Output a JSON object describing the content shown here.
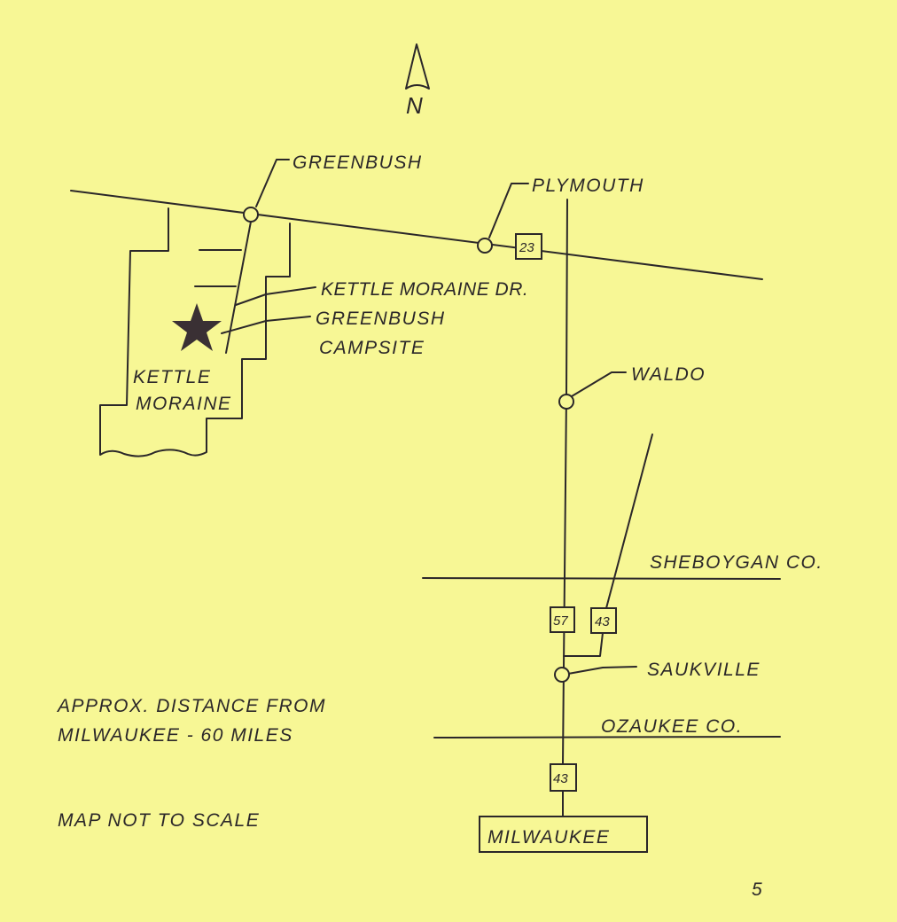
{
  "north_label": "N",
  "towns": {
    "greenbush": "GREENBUSH",
    "plymouth": "PLYMOUTH",
    "waldo": "WALDO",
    "saukville": "SAUKVILLE",
    "milwaukee": "MILWAUKEE"
  },
  "features": {
    "kettle_moraine_dr": "KETTLE MORAINE DR.",
    "campsite_line1": "GREENBUSH",
    "campsite_line2": "CAMPSITE",
    "forest_line1": "KETTLE",
    "forest_line2": "MORAINE"
  },
  "counties": {
    "sheboygan": "SHEBOYGAN CO.",
    "ozaukee": "OZAUKEE CO."
  },
  "highways": {
    "hwy23": "23",
    "hwy57": "57",
    "hwy43_upper": "43",
    "hwy43_lower": "43"
  },
  "notes": {
    "distance_line1": "APPROX. DISTANCE FROM",
    "distance_line2": "MILWAUKEE - 60 MILES",
    "scale_note": "MAP NOT TO SCALE"
  },
  "page_number": "5",
  "colors": {
    "paper": "#f7f795",
    "ink": "#2b2729"
  }
}
